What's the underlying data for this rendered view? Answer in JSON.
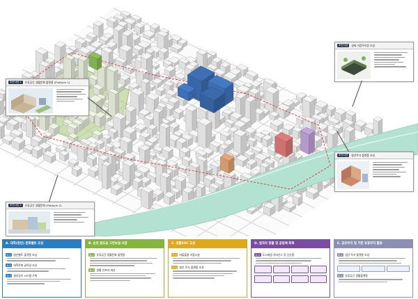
{
  "colors": {
    "bg": "#ffffff",
    "river": "#b4e2d2",
    "river_edge": "#8fcab7",
    "green_zone": "#a9cd74",
    "boundary": "#d63a3a",
    "landmark": "#3e6fb5",
    "building": "#f4f4f4",
    "building_line": "#9a9a9a",
    "highlight": "#e07b7b"
  },
  "callouts": [
    {
      "id": "left_upper",
      "tag": "추진사업 1",
      "title": "유휴공간 생활문화 플랫폼 (Platform 1)",
      "icon": "callout-box"
    },
    {
      "id": "left_lower",
      "tag": "추진사업 2",
      "title": "유휴공간 생활문화 (Platform 2)",
      "icon": "callout-box"
    },
    {
      "id": "right_upper",
      "tag": "추진사업",
      "title": "생태 거점주차장 조성",
      "icon": "callout-box"
    },
    {
      "id": "right_lower",
      "tag": "추진사업",
      "title": "청년주거 플랫폼 조성",
      "icon": "callout-box"
    }
  ],
  "panels": [
    {
      "id": "A",
      "header": "A. 대학(청년) 문화벨트 조성",
      "color": "#2c7cc0",
      "items": [
        {
          "tag": "A-1",
          "title": "청년벨트 플랫폼 조성"
        },
        {
          "tag": "A-2",
          "title": "대학문화 골목길 조성"
        },
        {
          "tag": "A-3",
          "title": "청년공유 시스템 구축"
        }
      ]
    },
    {
      "id": "B",
      "header": "B. 순천 원도심 그린뉴딜 사업",
      "color": "#86b53f",
      "items": [
        {
          "tag": "B-1",
          "title": "유휴공간 생활문화 플랫폼"
        },
        {
          "tag": "B-2",
          "title": "생활 인프라 개선"
        }
      ]
    },
    {
      "id": "C",
      "header": "C. 생활SOC 조성",
      "color": "#e0a81c",
      "items": [
        {
          "tag": "C-1",
          "title": "마을돌봄 거점시설"
        },
        {
          "tag": "C-2",
          "title": "청년 주거 플랫폼 조성"
        }
      ]
    },
    {
      "id": "D",
      "header": "D. 일자리 창출 및 공동체 회복",
      "color": "#7b4da1",
      "items": [
        {
          "tag": "D-1",
          "title": "도시재생 거버넌스 및 선순환"
        }
      ]
    },
    {
      "id": "E",
      "header": "E. 공유부지 및 기존 유휴부지 활용",
      "color": "#8a8fb3",
      "items": [
        {
          "tag": "E-1",
          "title": "청년 주거 플랫폼 조성"
        },
        {
          "tag": "E-2",
          "title": "유휴공간 생활플랫폼"
        }
      ]
    }
  ]
}
